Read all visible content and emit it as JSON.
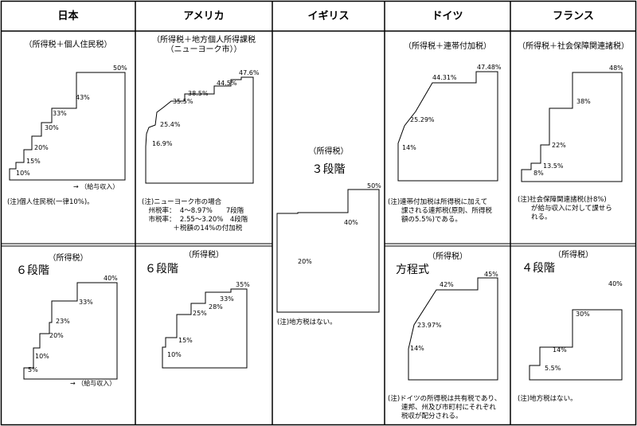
{
  "headers": [
    "日本",
    "アメリカ",
    "イギリス",
    "ドイツ",
    "フランス"
  ],
  "japan": {
    "top_title": "（所得税＋個人住民税）",
    "top_labels": [
      "50%",
      "43%",
      "33%",
      "30%",
      "20%",
      "15%",
      "10%"
    ],
    "axis_top": "→ （給与収入）",
    "top_note": "(注)個人住民税(一律10%)。",
    "bottom_title": "（所得税）",
    "bottom_big": "６段階",
    "bottom_labels": [
      "40%",
      "33%",
      "23%",
      "20%",
      "10%",
      "5%"
    ],
    "axis_bottom": "→ （給与収入）"
  },
  "usa": {
    "top_title_1": "（所得税＋地方個人所得課税",
    "top_title_2": "（ニューヨーク市））",
    "top_labels": [
      "47.6%",
      "44.5%",
      "38.5%",
      "35.5%",
      "25.4%",
      "16.9%"
    ],
    "top_note": "(注)ニューヨーク市の場合\n　州税率：  4～8.97%　　7段階\n　市税率：  2.55～3.20%　4段階\n　　　　  ＋税額の14%の付加税",
    "bottom_title": "（所得税）",
    "bottom_big": "６段階",
    "bottom_labels": [
      "35%",
      "33%",
      "28%",
      "25%",
      "15%",
      "10%"
    ]
  },
  "uk": {
    "title": "（所得税）",
    "big": "３段階",
    "labels": [
      "50%",
      "40%",
      "20%"
    ],
    "note": "(注)地方税はない。"
  },
  "germany": {
    "top_title": "（所得税＋連帯付加税）",
    "top_labels": [
      "47.48%",
      "44.31%",
      "25.29%",
      "14%"
    ],
    "top_note": "(注)連帯付加税は所得税に加えて\n　　課される連邦税(原則、所得税\n　　額の5.5%)である。",
    "bottom_title": "（所得税）",
    "bottom_big": "方程式",
    "bottom_labels": [
      "45%",
      "42%",
      "23.97%",
      "14%"
    ],
    "bottom_note": "(注)ドイツの所得税は共有税であり、\n　　連邦、州及び市町村にそれぞれ\n　　税収が配分される。"
  },
  "france": {
    "top_title": "（所得税＋社会保障関連諸税）",
    "top_labels": [
      "48%",
      "38%",
      "22%",
      "13.5%",
      "8%"
    ],
    "top_note": "(注)社会保障関連諸税(計8%)\n　　が給与収入に対して課せら\n　　れる。",
    "bottom_title": "（所得税）",
    "bottom_big": "４段階",
    "bottom_labels": [
      "40%",
      "30%",
      "14%",
      "5.5%"
    ],
    "bottom_note": "(注)地方税はない。"
  }
}
